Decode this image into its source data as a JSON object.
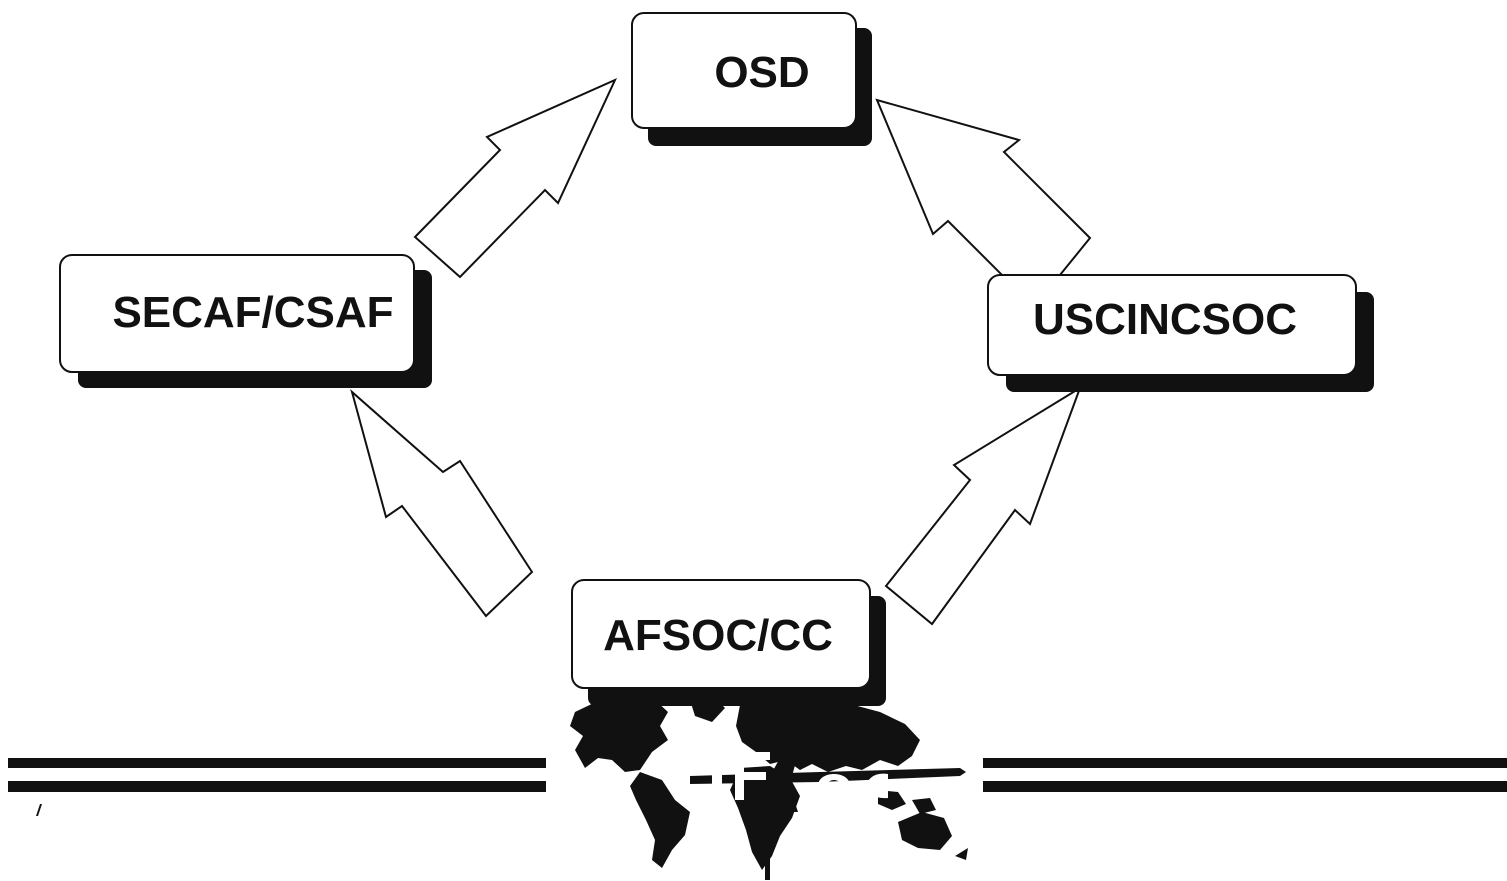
{
  "nodes": {
    "osd": "OSD",
    "secaf": "SECAF/CSAF",
    "uscincsoc": "USCINCSOC",
    "afsoc": "AFSOC/CC"
  },
  "edges": [
    {
      "from": "AFSOC/CC",
      "to": "SECAF/CSAF"
    },
    {
      "from": "AFSOC/CC",
      "to": "USCINCSOC"
    },
    {
      "from": "SECAF/CSAF",
      "to": "OSD"
    },
    {
      "from": "USCINCSOC",
      "to": "OSD"
    }
  ],
  "emblem": {
    "text": "AFSOC",
    "icon": "world-map-emblem-icon"
  },
  "colors": {
    "ink": "#111111",
    "box_fill": "#ffffff",
    "shadow": "#111111",
    "background": "#ffffff"
  }
}
